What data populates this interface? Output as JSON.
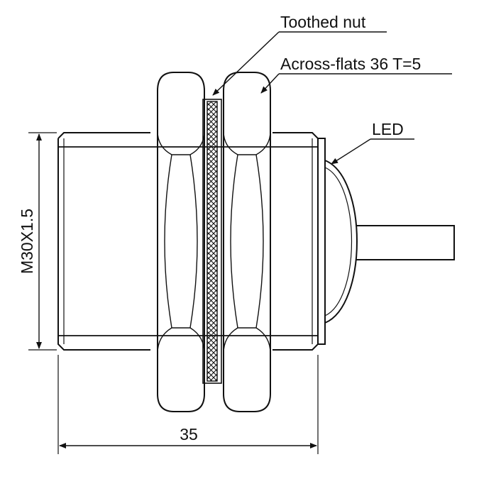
{
  "labels": {
    "toothed_nut": "Toothed nut",
    "across_flats": "Across-flats 36 T=5",
    "led": "LED",
    "thread": "M30X1.5",
    "length": "35"
  },
  "colors": {
    "line": "#111111",
    "background": "#ffffff"
  }
}
